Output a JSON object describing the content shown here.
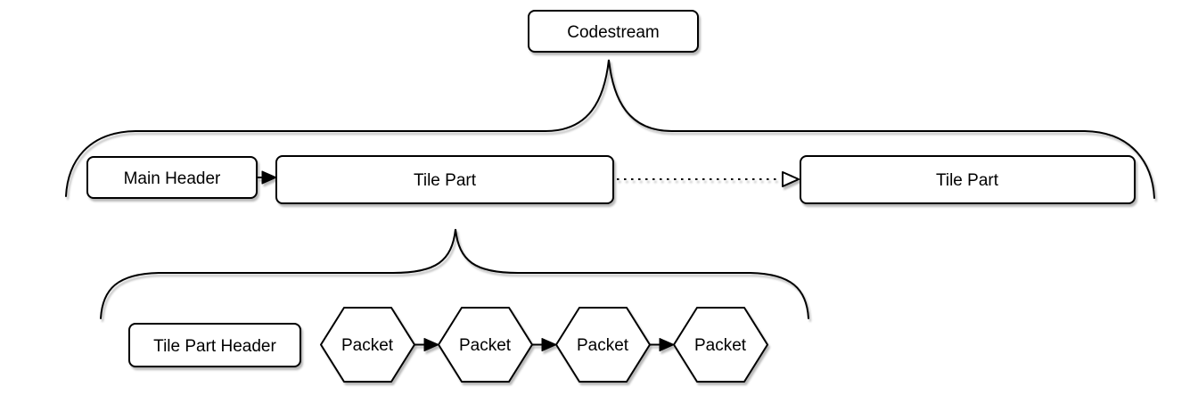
{
  "diagram": {
    "description": "Codestream structure diagram",
    "background_color": "#ffffff",
    "stroke_color": "#000000",
    "text_color": "#000000"
  },
  "nodes": {
    "codestream": {
      "label": "Codestream",
      "shape": "rounded-rectangle"
    },
    "main_header": {
      "label": "Main Header",
      "shape": "rounded-rectangle"
    },
    "tile_part_1": {
      "label": "Tile Part",
      "shape": "rounded-rectangle"
    },
    "tile_part_2": {
      "label": "Tile Part",
      "shape": "rounded-rectangle"
    },
    "tile_part_header": {
      "label": "Tile Part Header",
      "shape": "rounded-rectangle"
    },
    "packet_1": {
      "label": "Packet",
      "shape": "hexagon"
    },
    "packet_2": {
      "label": "Packet",
      "shape": "hexagon"
    },
    "packet_3": {
      "label": "Packet",
      "shape": "hexagon"
    },
    "packet_4": {
      "label": "Packet",
      "shape": "hexagon"
    }
  },
  "connectors": {
    "codestream_brace": {
      "type": "curly-brace",
      "from": "Codestream",
      "spans": "Main Header + Tile Part ... Tile Part"
    },
    "main_header_to_tile_part": {
      "style": "solid",
      "arrowhead": "filled-triangle"
    },
    "tile_part_to_tile_part": {
      "style": "dotted",
      "arrowhead": "open-triangle"
    },
    "tile_part_brace": {
      "type": "curly-brace",
      "from": "Tile Part",
      "spans": "Tile Part Header + Packets"
    },
    "packet_1_to_packet_2": {
      "style": "solid",
      "arrowhead": "filled-triangle"
    },
    "packet_2_to_packet_3": {
      "style": "solid",
      "arrowhead": "filled-triangle"
    },
    "packet_3_to_packet_4": {
      "style": "solid",
      "arrowhead": "filled-triangle"
    }
  }
}
